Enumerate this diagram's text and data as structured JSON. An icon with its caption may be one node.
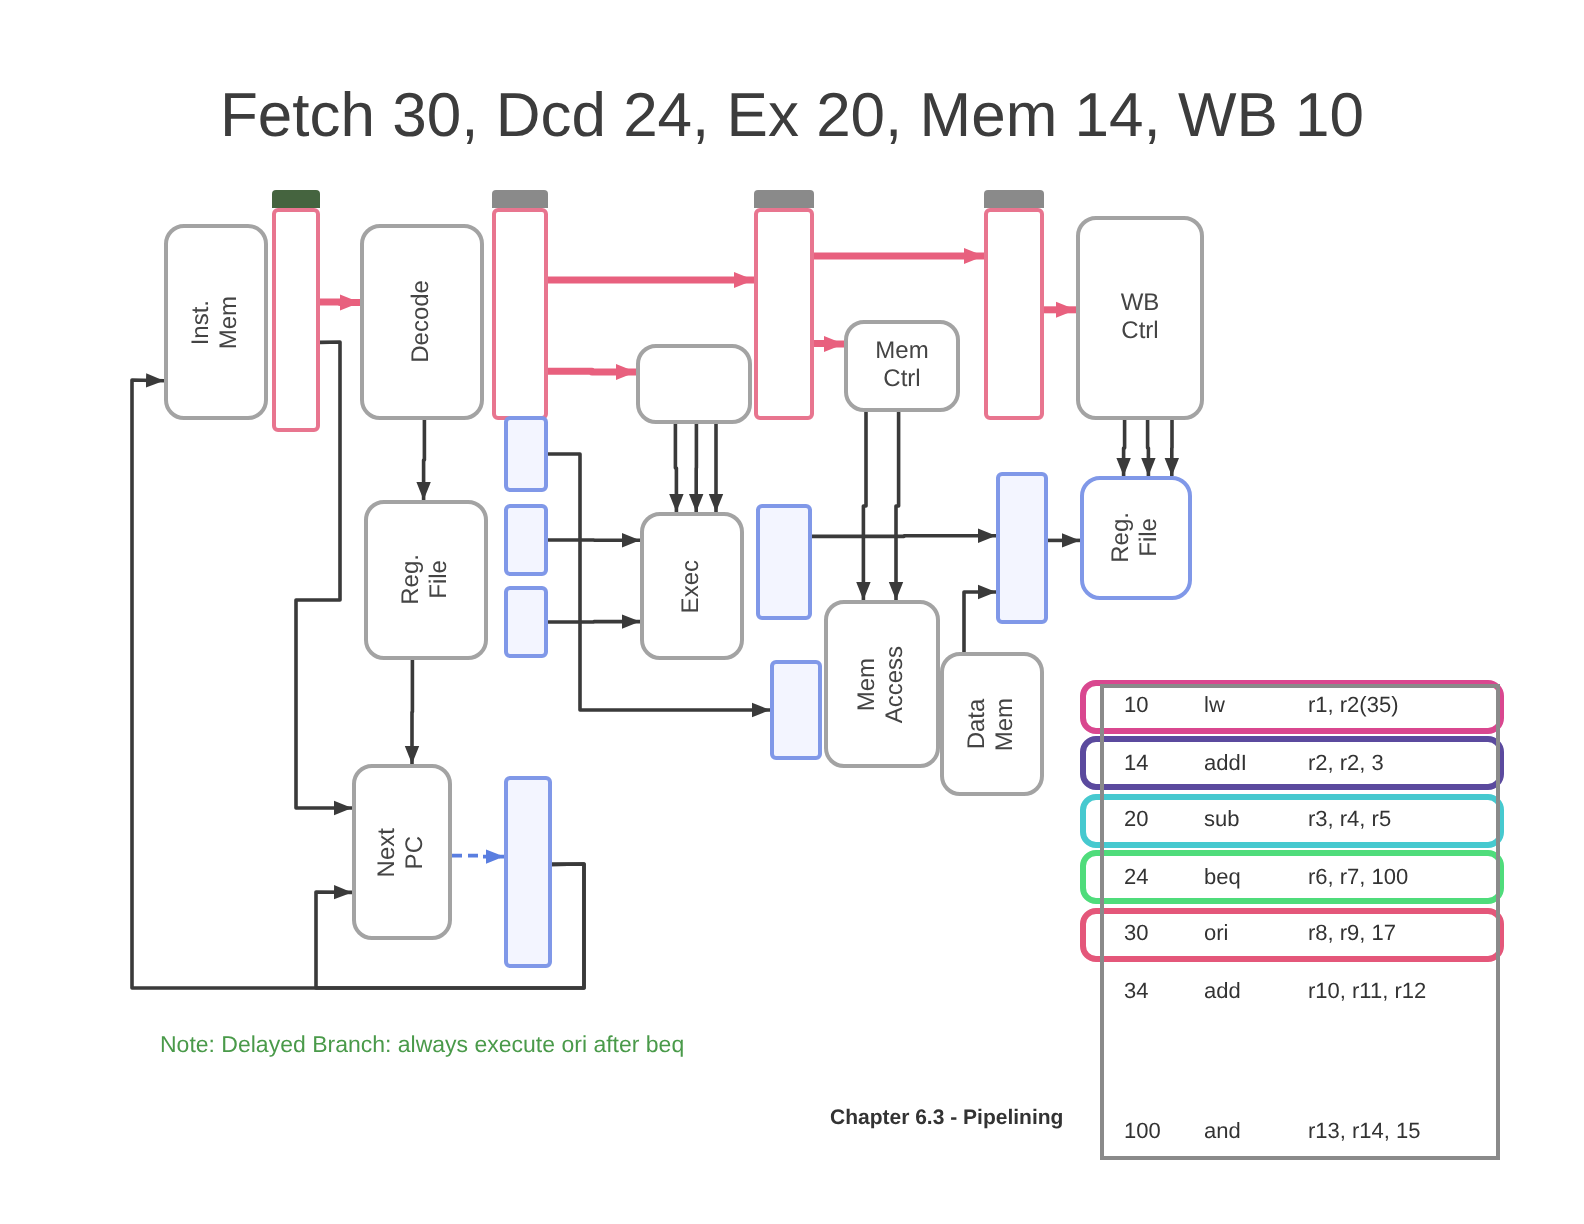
{
  "diagram": {
    "title": "Fetch 30, Dcd 24, Ex 20, Mem 14, WB 10",
    "nodes": [
      {
        "text": [
          "Inst. Mem"
        ]
      },
      {
        "text": [],
        "shape": "bar"
      },
      {
        "text": [
          "Decode"
        ]
      },
      {
        "text": [],
        "shape": "bar"
      },
      {
        "text": [],
        "shape": "bar"
      },
      {
        "text": [],
        "shape": "bar"
      },
      {
        "text": [
          "WB Ctrl"
        ]
      },
      {
        "text": [],
        "shape": "box"
      },
      {
        "text": [
          "Mem Ctrl"
        ]
      },
      {
        "text": [],
        "shape": "bar"
      },
      {
        "text": [
          "Reg. File"
        ]
      },
      {
        "text": [],
        "shape": "bar"
      },
      {
        "text": [],
        "shape": "bar"
      },
      {
        "text": [
          "Exec"
        ]
      },
      {
        "text": [],
        "shape": "bar"
      },
      {
        "text": [],
        "shape": "bar"
      },
      {
        "text": [
          "Reg. File"
        ]
      },
      {
        "text": [],
        "shape": "bar"
      },
      {
        "text": [
          "Mem Access"
        ]
      },
      {
        "text": [
          "Data Mem"
        ]
      },
      {
        "text": [
          "Next PC"
        ]
      },
      {
        "text": [],
        "shape": "bar"
      }
    ],
    "edges": [
      {
        "from": 1,
        "to": 2,
        "arrow": "to",
        "style": "thick",
        "color": "#e8607e"
      },
      {
        "from": 3,
        "to": 4,
        "arrow": "to",
        "style": "thick",
        "color": "#e8607e"
      },
      {
        "from": 3,
        "to": 7,
        "arrow": "to",
        "style": "thick",
        "color": "#e8607e"
      },
      {
        "from": 4,
        "to": 5,
        "arrow": "to",
        "style": "thick",
        "color": "#e8607e"
      },
      {
        "from": 4,
        "to": 8,
        "arrow": "to",
        "style": "thick",
        "color": "#e8607e"
      },
      {
        "from": 5,
        "to": 6,
        "arrow": "to",
        "style": "thick",
        "color": "#e8607e"
      },
      {
        "from": 2,
        "to": 10,
        "arrow": "to"
      },
      {
        "from": 7,
        "to": 13,
        "arrow": "to"
      },
      {
        "from": 7,
        "to": 13,
        "arrow": "to"
      },
      {
        "from": 7,
        "to": 13,
        "arrow": "to"
      },
      {
        "from": 8,
        "to": 18,
        "arrow": "to"
      },
      {
        "from": 8,
        "to": 18,
        "arrow": "to"
      },
      {
        "from": 6,
        "to": 16,
        "arrow": "to"
      },
      {
        "from": 6,
        "to": 16,
        "arrow": "to"
      },
      {
        "from": 6,
        "to": 16,
        "arrow": "to"
      },
      {
        "from": 11,
        "to": 13,
        "arrow": "to"
      },
      {
        "from": 12,
        "to": 13,
        "arrow": "to"
      },
      {
        "from": 9,
        "to": 17,
        "arrow": "to"
      },
      {
        "from": 14,
        "to": 15,
        "arrow": "to"
      },
      {
        "from": 19,
        "to": 15,
        "arrow": "to"
      },
      {
        "from": 15,
        "to": 16,
        "arrow": "to"
      },
      {
        "from": 10,
        "to": 20,
        "arrow": "to"
      },
      {
        "from": 1,
        "to": 20,
        "arrow": "to"
      },
      {
        "from": 20,
        "to": 21,
        "arrow": "to",
        "style": "dashed",
        "color": "#5a7ee0"
      },
      {
        "from": 21,
        "to": 0,
        "arrow": "to"
      },
      {
        "from": 21,
        "to": 20,
        "arrow": "to"
      }
    ],
    "labels": [
      "10",
      "lw",
      "r1, r2(35)",
      "14",
      "addI",
      "r2, r2, 3",
      "20",
      "sub",
      "r3, r4, r5",
      "24",
      "beq",
      "r6, r7, 100",
      "30",
      "ori",
      "r8, r9, 17",
      "34",
      "add",
      "r10, r11, r12",
      "100",
      "and",
      "r13, r14, 15",
      "Note: Delayed Branch: always execute ori after beq",
      "Chapter 6.3 - Pipelining"
    ]
  }
}
